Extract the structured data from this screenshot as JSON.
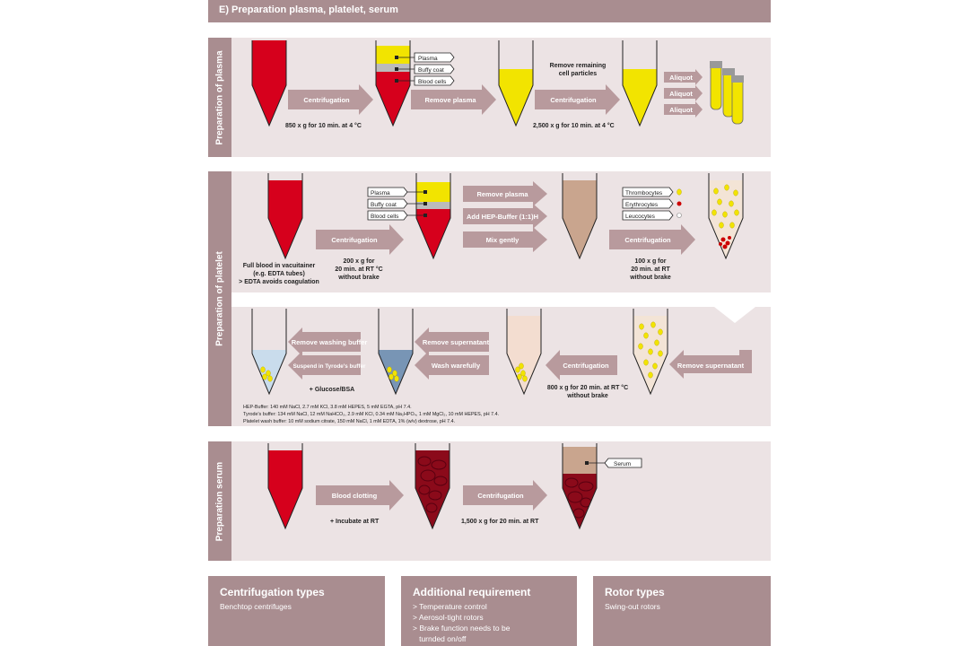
{
  "header": {
    "title": "E) Preparation plasma, platelet, serum"
  },
  "sections": {
    "plasma": "Preparation of plasma",
    "platelet": "Preparation of platelet",
    "serum": "Preparation serum"
  },
  "plasma": {
    "arrows": [
      "Centrifugation",
      "Remove plasma",
      "Centrifugation",
      "Aliquot",
      "Aliquot",
      "Aliquot"
    ],
    "boxes": [
      "Plasma",
      "Buffy coat",
      "Blood cells"
    ],
    "cond1": "850 x g for 10 min. at 4 °C",
    "cond2": "2,500 x g for 10 min. at 4 °C",
    "remove": [
      "Remove remaining",
      "cell particles"
    ]
  },
  "platelet": {
    "arrows": [
      "Centrifugation",
      "Remove plasma",
      "Add HEP-Buffer (1:1)H",
      "Mix gently",
      "Centrifugation"
    ],
    "boxes": [
      "Plasma",
      "Buffy coat",
      "Blood cells"
    ],
    "cells": [
      "Thrombocytes",
      "Erythrocytes",
      "Leucocytes"
    ],
    "note1": [
      "Full blood in vacuitainer",
      "(e.g. EDTA tubes)",
      "> EDTA avoids coagulation"
    ],
    "note2": [
      "200 x g for",
      "20 min. at RT °C",
      "without brake"
    ],
    "note3": [
      "100 x g for",
      "20 min. at RT",
      "without brake"
    ],
    "row2arrows": [
      "Remove washing buffer",
      "Suspend in Tyrode's buffer",
      "Remove supernatant",
      "Wash warefully",
      "Centrifugation",
      "Remove supernatant"
    ],
    "glucose": "+ Glucose/BSA",
    "cond4": [
      "800 x g for 20 min. at RT °C",
      "without brake"
    ],
    "buffers": [
      "HEP-Buffer: 140 mM NaCl, 2.7 mM KCl, 3.8 mM HEPES, 5 mM EGTA, pH 7.4.",
      "Tyrode's buffer: 134 mM NaCl, 12 mM NaHCO₃, 2.9 mM KCl, 0.34 mM Na₂HPO₄, 1 mM MgCl₂, 10 mM HEPES, pH 7.4.",
      "Platelet wash buffer: 10 mM sodium citrate, 150 mM NaCl, 1 mM EDTA, 1% (w/v) dextrose, pH 7.4."
    ]
  },
  "serum": {
    "arrows": [
      "Blood clotting",
      "Centrifugation"
    ],
    "box": "Serum",
    "cond1": "+ Incubate at RT",
    "cond2": "1,500 x g for 20 min. at RT"
  },
  "footer": [
    {
      "title": "Centrifugation types",
      "lines": [
        "Benchtop centrifuges"
      ]
    },
    {
      "title": "Additional requirement",
      "lines": [
        "> Temperature control",
        "> Aerosol-tight rotors",
        "> Brake function needs to be",
        "   turnded on/off"
      ]
    },
    {
      "title": "Rotor types",
      "lines": [
        "Swing-out rotors"
      ]
    }
  ],
  "colors": {
    "panel": "#ece3e4",
    "accent": "#a98d90",
    "arrow": "#b89a9d",
    "blood": "#d6001c",
    "plasma": "#f2e400",
    "dark": "#8b0a1a",
    "beige": "#c9a58e"
  }
}
